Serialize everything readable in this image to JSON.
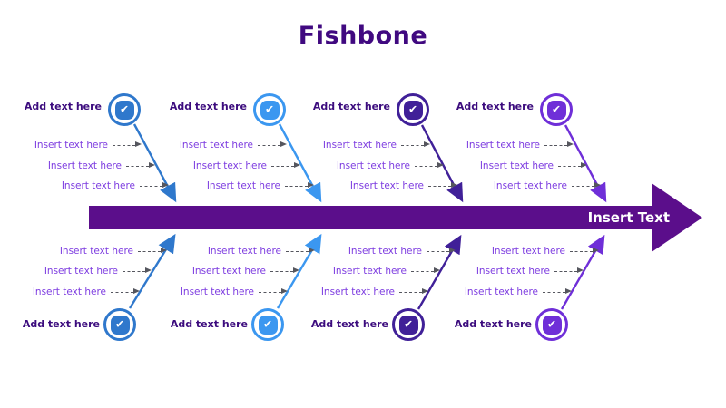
{
  "title": "Fishbone",
  "title_color": "#400980",
  "spine": {
    "label": "Insert Text",
    "color": "#5b0e8b"
  },
  "icons": {
    "check": "✔"
  },
  "dash_color": "#55565e",
  "text_colors": {
    "add_label": "#3c0c7e",
    "insert_label": "#7d3ce0"
  },
  "branch_colors": [
    "#2f78cc",
    "#3b97f0",
    "#402098",
    "#6f2fd8"
  ],
  "branches": {
    "top": [
      {
        "add_label": "Add text here",
        "color": "#2f78cc",
        "items": [
          "Insert text here",
          "Insert text here",
          "Insert text here"
        ]
      },
      {
        "add_label": "Add text here",
        "color": "#3b97f0",
        "items": [
          "Insert text here",
          "Insert text here",
          "Insert text here"
        ]
      },
      {
        "add_label": "Add text here",
        "color": "#402098",
        "items": [
          "Insert text here",
          "Insert text here",
          "Insert text here"
        ]
      },
      {
        "add_label": "Add text here",
        "color": "#6f2fd8",
        "items": [
          "Insert text here",
          "Insert text here",
          "Insert text here"
        ]
      }
    ],
    "bottom": [
      {
        "add_label": "Add text here",
        "color": "#2f78cc",
        "items": [
          "Insert text here",
          "Insert text here",
          "Insert text here"
        ]
      },
      {
        "add_label": "Add text here",
        "color": "#3b97f0",
        "items": [
          "Insert text here",
          "Insert text here",
          "Insert text here"
        ]
      },
      {
        "add_label": "Add text here",
        "color": "#402098",
        "items": [
          "Insert text here",
          "Insert text here",
          "Insert text here"
        ]
      },
      {
        "add_label": "Add text here",
        "color": "#6f2fd8",
        "items": [
          "Insert text here",
          "Insert text here",
          "Insert text here"
        ]
      }
    ]
  }
}
